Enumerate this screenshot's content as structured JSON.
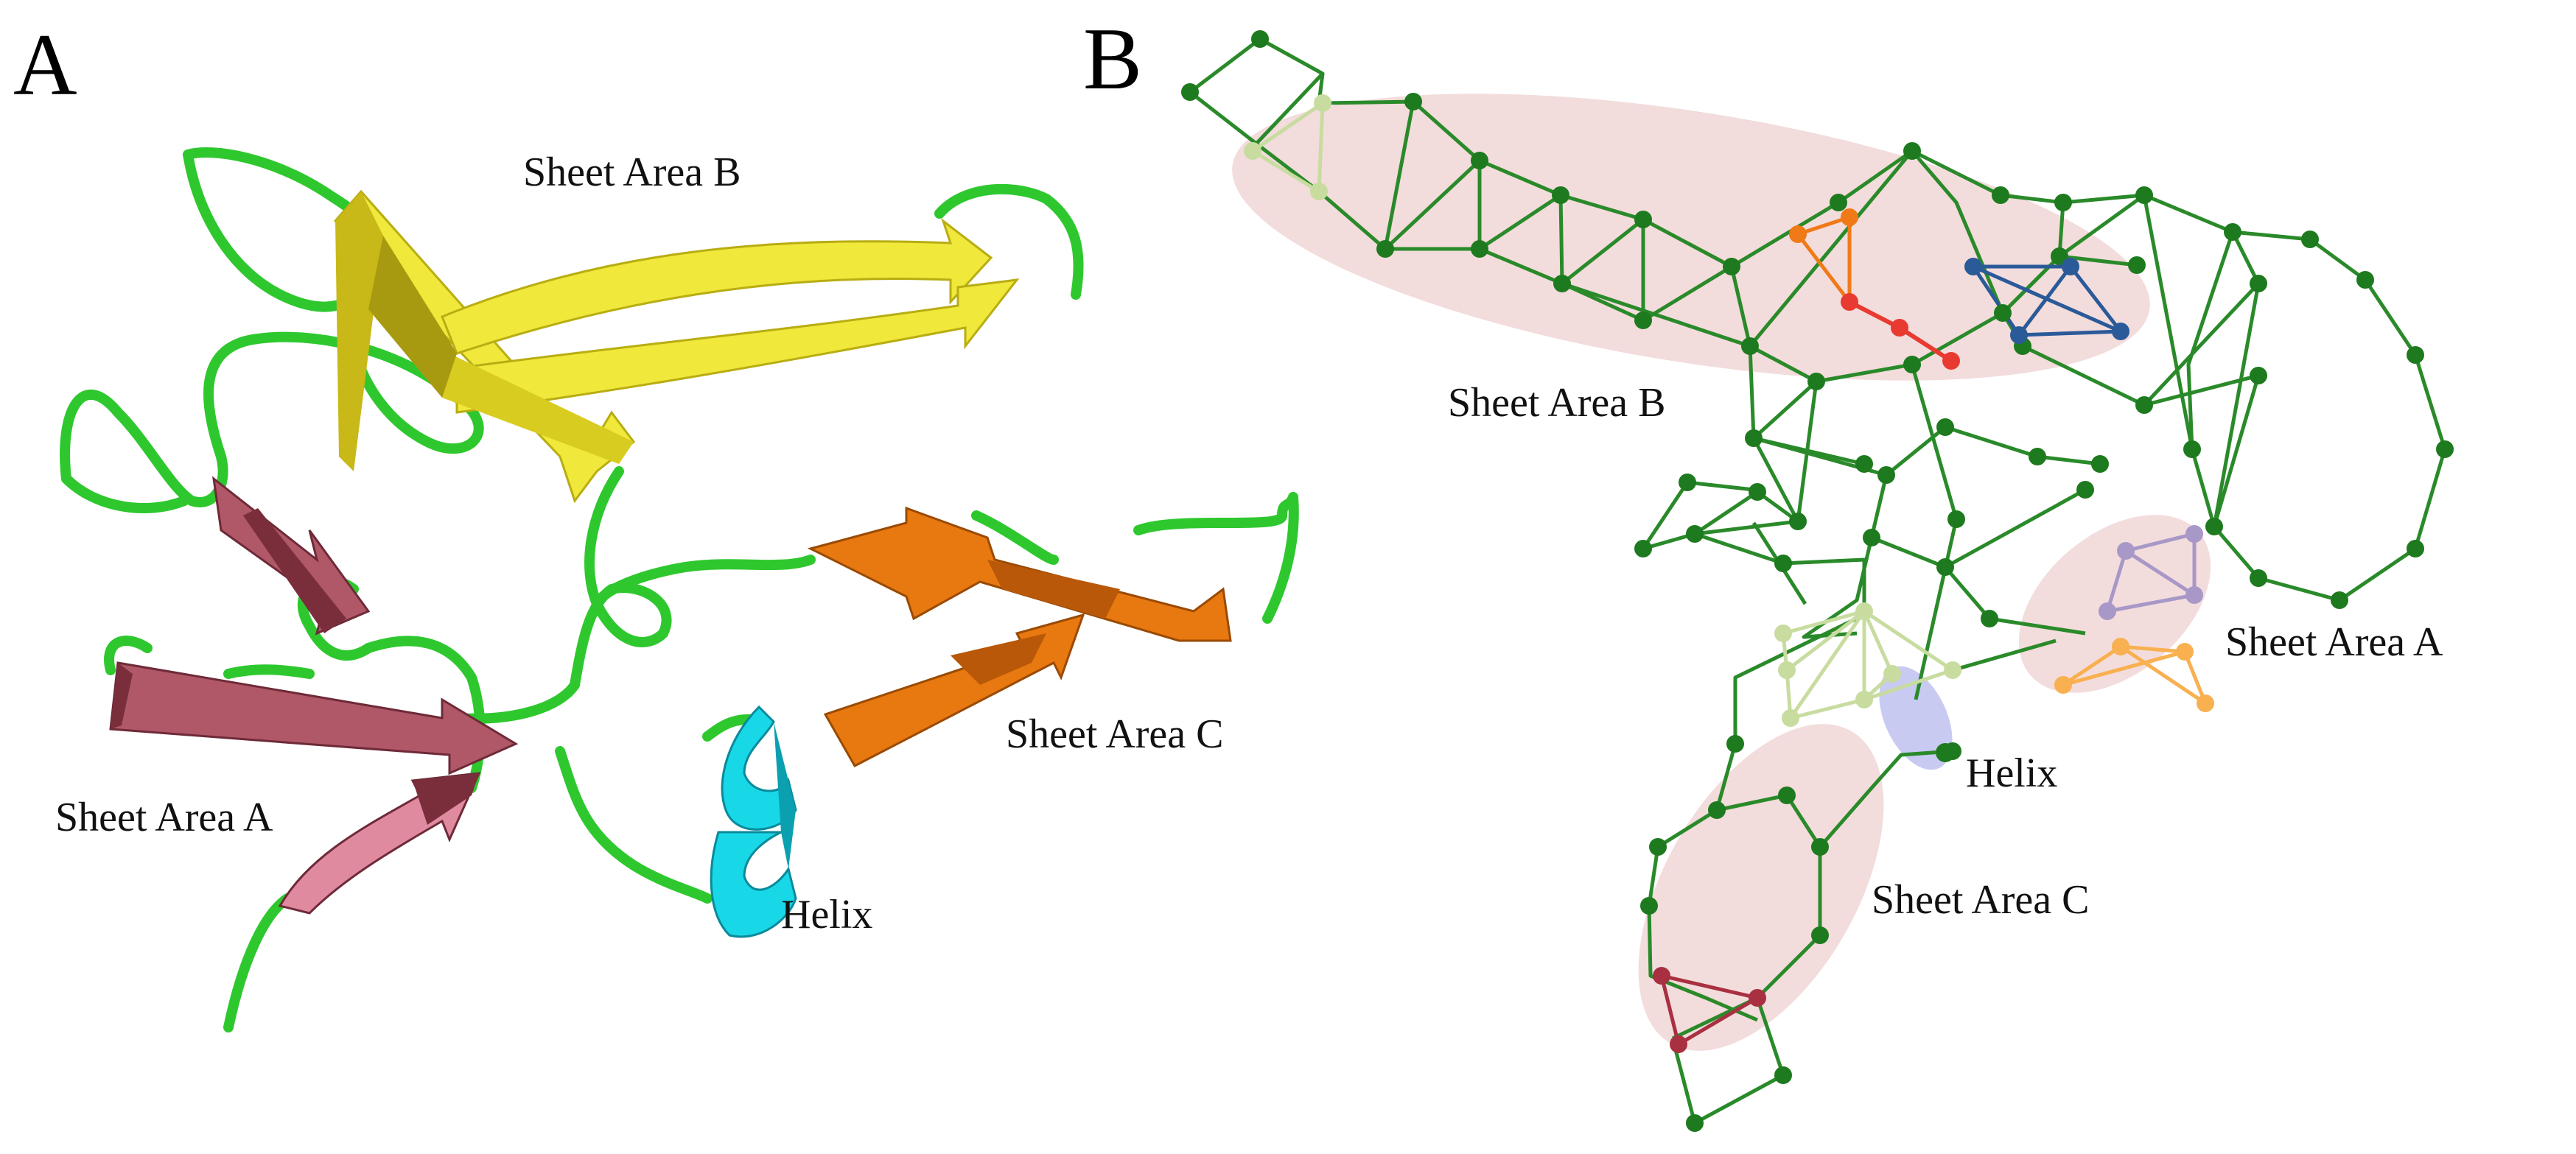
{
  "panels": {
    "a": {
      "letter": "A"
    },
    "b": {
      "letter": "B"
    }
  },
  "labels": {
    "a_sheet_b": "Sheet Area B",
    "a_sheet_a": "Sheet Area A",
    "a_sheet_c": "Sheet Area C",
    "a_helix": "Helix",
    "b_sheet_b": "Sheet Area B",
    "b_sheet_a": "Sheet Area A",
    "b_sheet_c": "Sheet Area C",
    "b_helix": "Helix"
  },
  "colors": {
    "coil": "#2ec82e",
    "coil_dark": "#1a8a1a",
    "sheet_b": "#f0e83a",
    "sheet_b_dark": "#b8ad12",
    "sheet_a": "#b05868",
    "sheet_a_dark": "#6e2a38",
    "sheet_c": "#e87810",
    "sheet_c_dark": "#9a4a04",
    "helix": "#18d8e8",
    "graph_node": "#1e7a1e",
    "graph_edge": "#2a8a2a",
    "region_fill": "#f3dcdc",
    "helix_region": "#c8caf2",
    "motif_light_green": "#c8dca0",
    "motif_orange": "#f07a18",
    "motif_red": "#e83a30",
    "motif_blue": "#2a5a98",
    "motif_lavender": "#a898c8",
    "motif_light_orange": "#f8b050",
    "motif_crimson": "#a83040"
  }
}
